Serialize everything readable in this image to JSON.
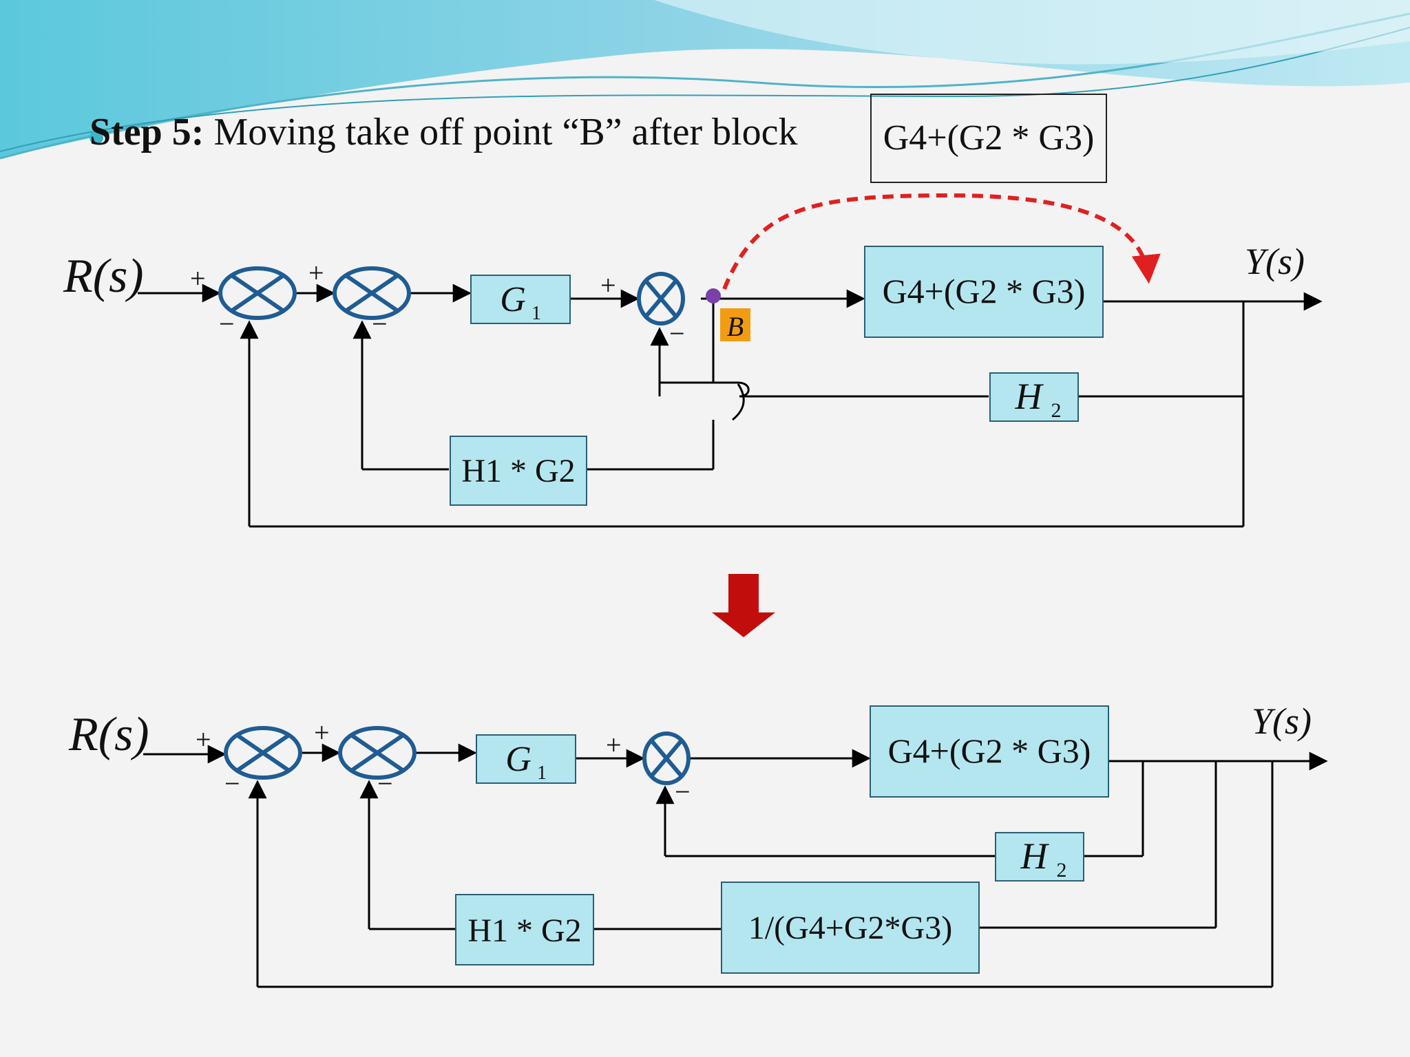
{
  "header": {
    "step_label": "Step 5:",
    "step_text": "Moving take off point “B” after block",
    "block_label": "G4+(G2 * G3)"
  },
  "labels": {
    "input": "R(s)",
    "output": "Y(s)",
    "plus": "+",
    "minus": "−",
    "take_off_point": "B"
  },
  "blocks": {
    "g1": "G",
    "g1_sub": "1",
    "forward": "G4+(G2 * G3)",
    "h2": "H",
    "h2_sub": "2",
    "h1g2": "H1 * G2",
    "inverse": "1/(G4+G2*G3)"
  },
  "colors": {
    "block_fill": "#b4e6ef",
    "block_stroke": "#2a5f74",
    "summer_stroke": "#1f5c93",
    "takeoff_dot": "#7b3fa8",
    "takeoff_arrow": "#e02020",
    "tag_fill": "#f39c12",
    "down_arrow": "#c20d0d"
  }
}
